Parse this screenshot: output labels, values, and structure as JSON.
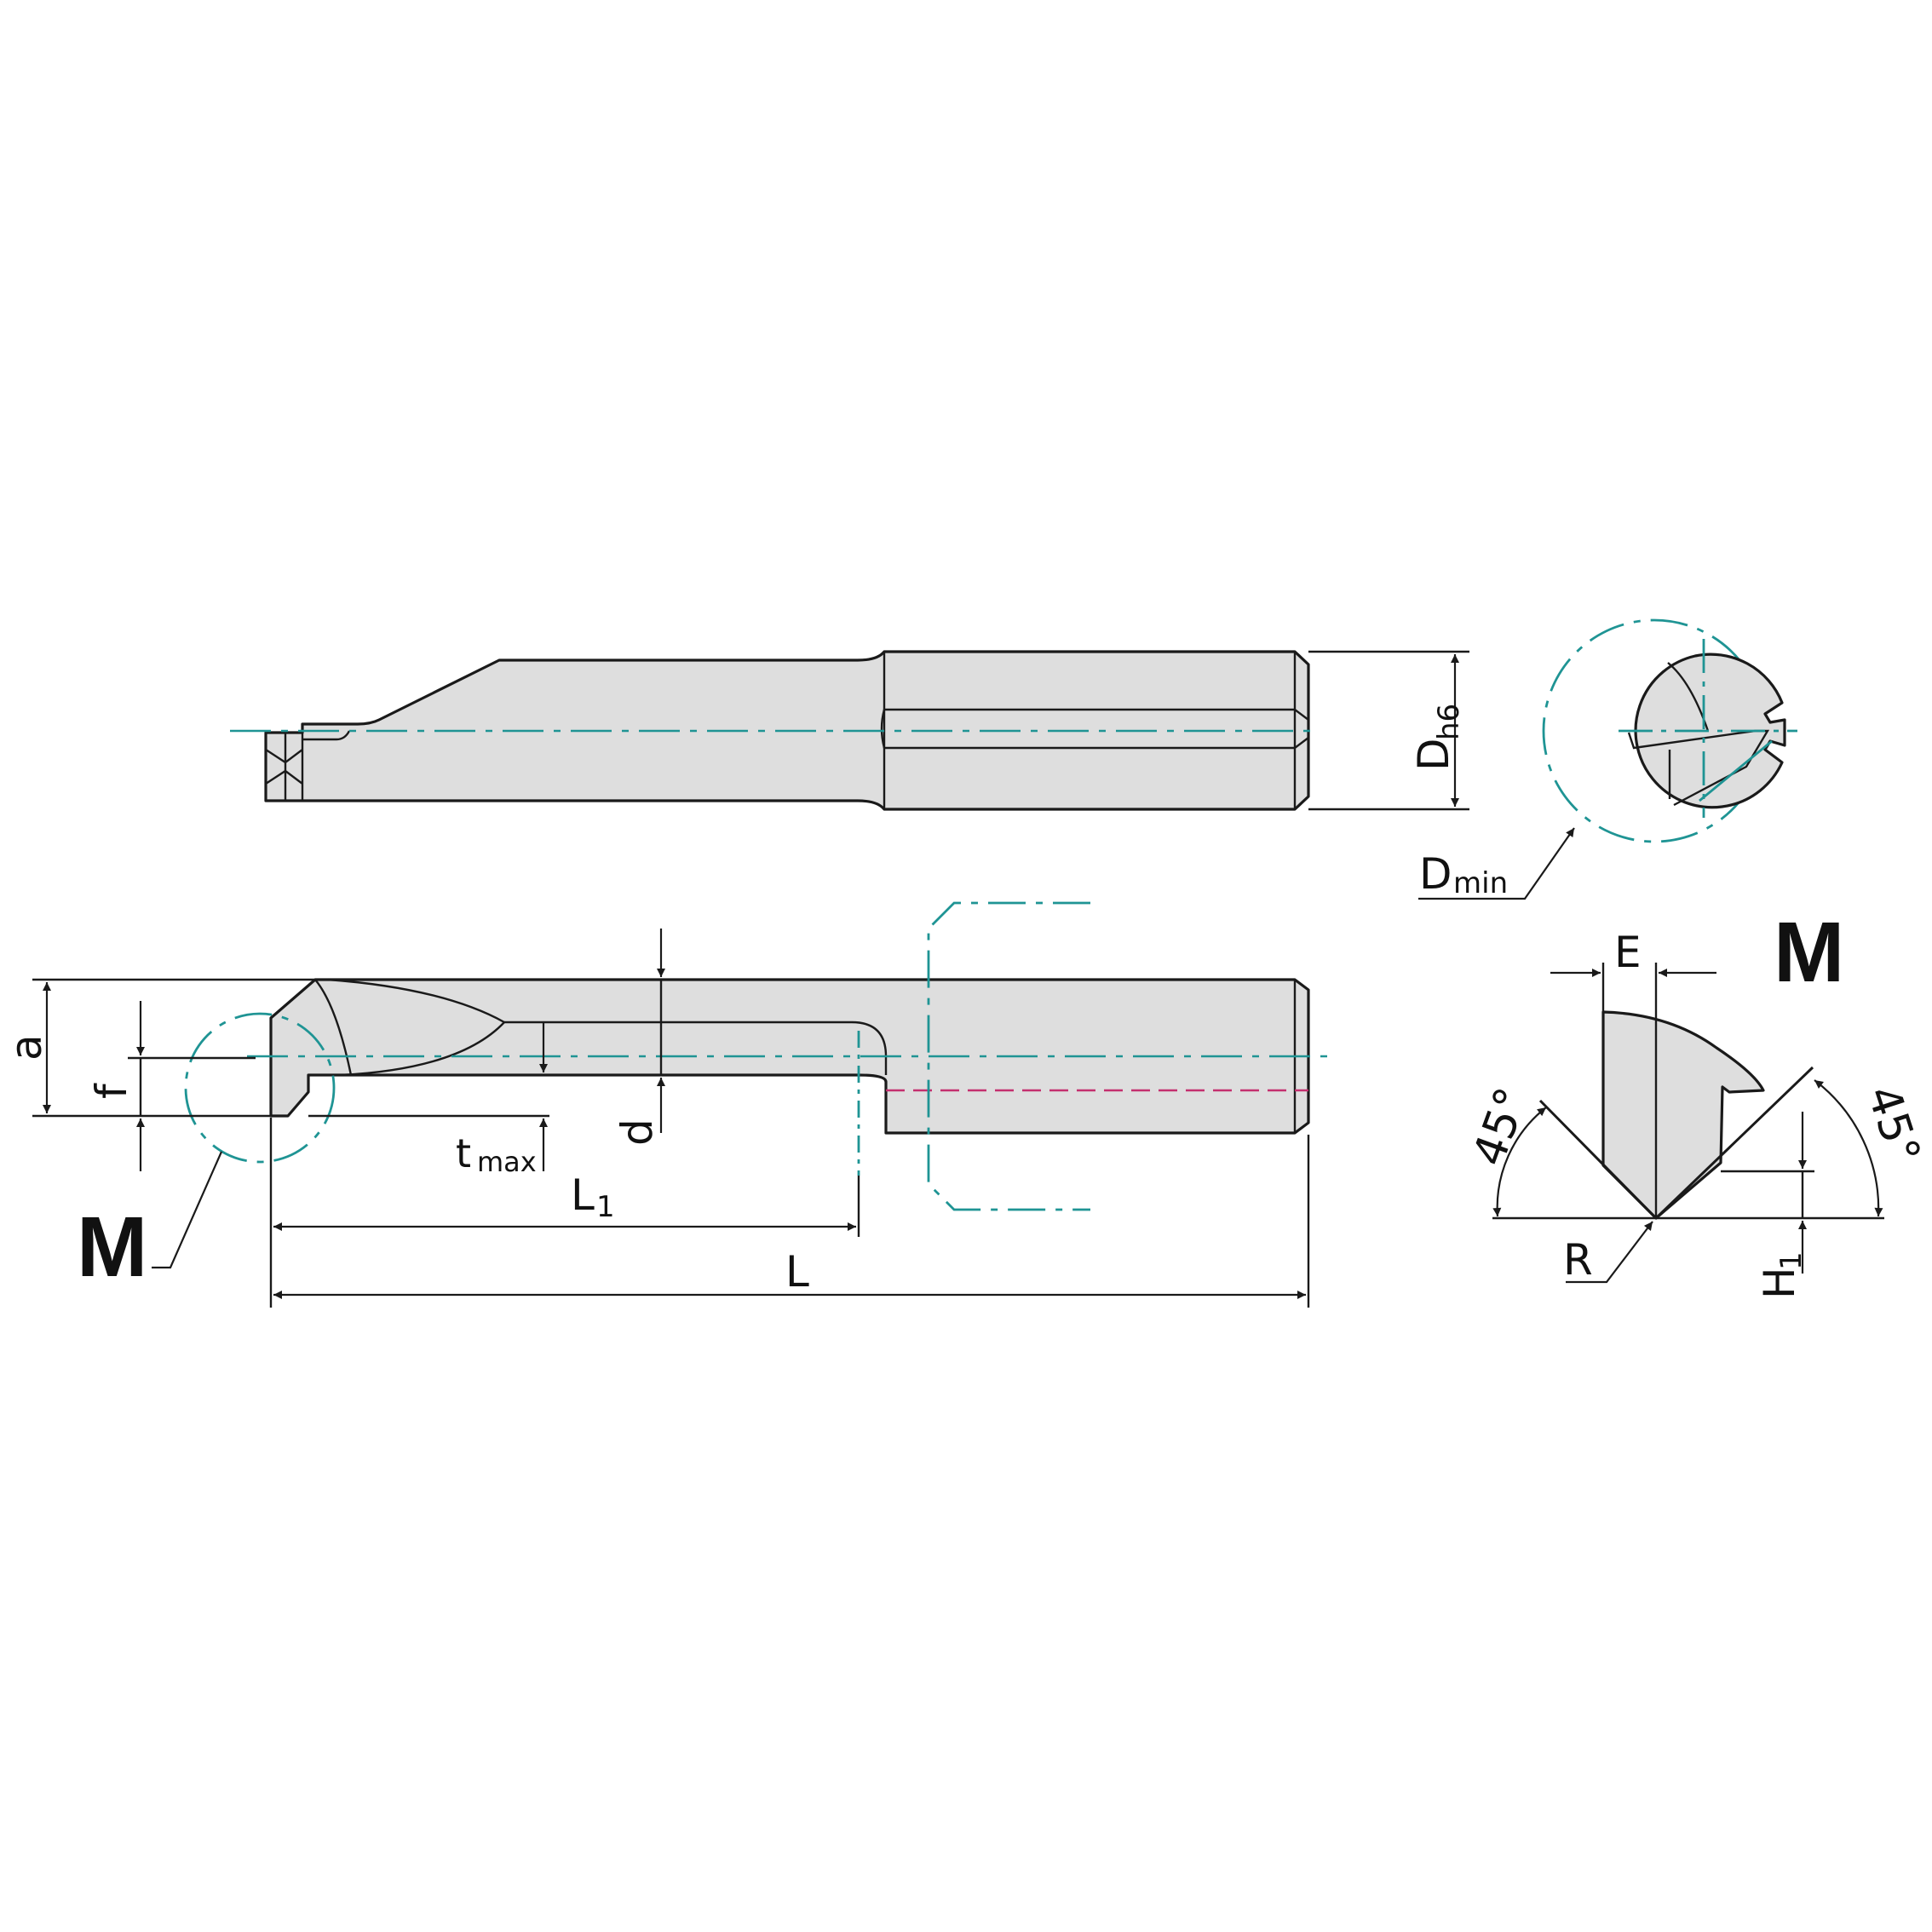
{
  "labels": {
    "dh6_main": "D",
    "dh6_sub": "h6",
    "dmin_main": "D",
    "dmin_sub": "min",
    "a": "a",
    "f": "f",
    "d": "d",
    "tmax_main": "t",
    "tmax_sub": "max",
    "l1_main": "L",
    "l1_sub": "1",
    "l": "L",
    "m_main": "M",
    "m_detail": "M",
    "e": "E",
    "r": "R",
    "h1_main": "H",
    "h1_sub": "1",
    "angle_left": "45°",
    "angle_right": "45°"
  },
  "colors": {
    "body_fill": "#dedede",
    "outline": "#1a1a1a",
    "centerline": "#1f9494",
    "hidden_line": "#c4306f"
  }
}
